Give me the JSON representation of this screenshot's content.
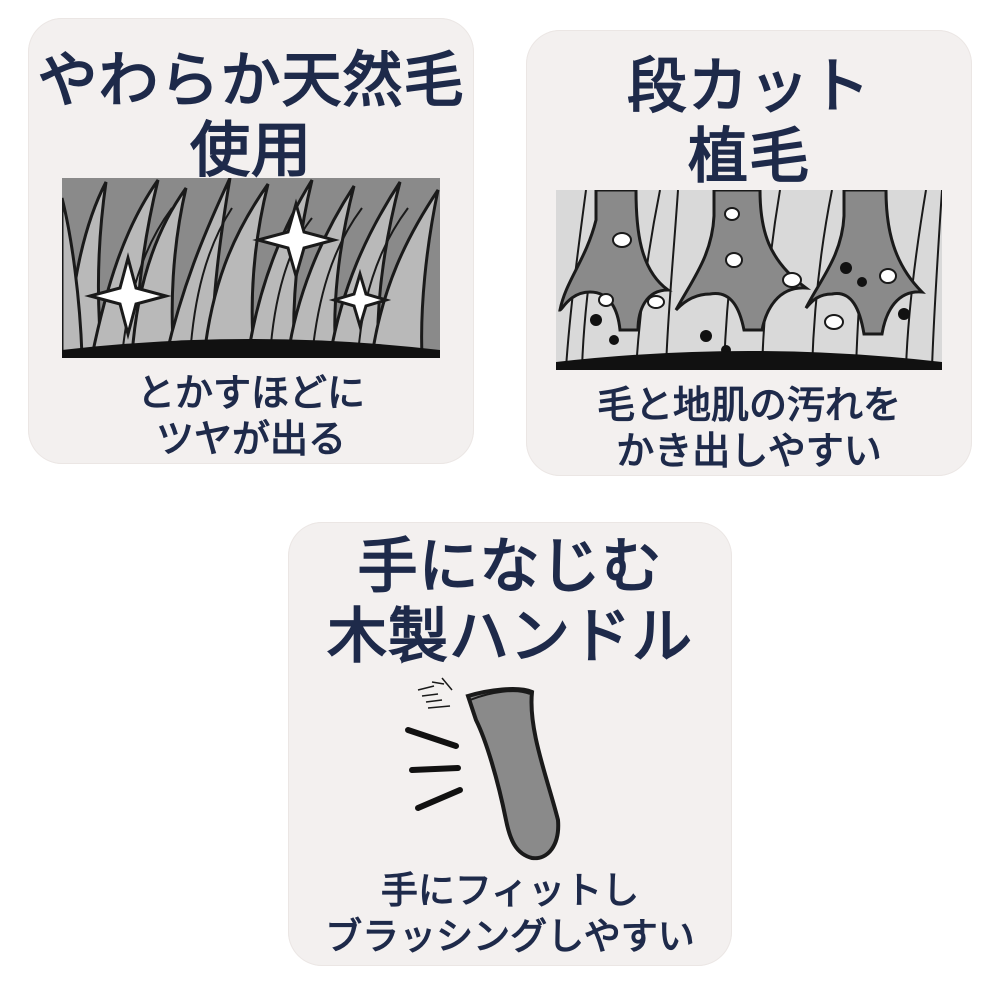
{
  "features": [
    {
      "title": [
        "やわらか天然毛",
        "使用"
      ],
      "caption": [
        "とかすほどに",
        "ツヤが出る"
      ]
    },
    {
      "title": [
        "段カット",
        "植毛"
      ],
      "caption": [
        "毛と地肌の汚れを",
        "かき出しやすい"
      ]
    },
    {
      "title": [
        "手になじむ",
        "木製ハンドル"
      ],
      "caption": [
        "手にフィットし",
        "ブラッシングしやすい"
      ]
    }
  ],
  "colors": {
    "panel": "#f3f0ef",
    "text": "#1e2a4a",
    "bristle": "#8a8a8a",
    "outline": "#1a1a1a"
  },
  "icons": [
    "sparkle-bristles-illustration",
    "stepped-bristles-illustration",
    "wooden-handle-illustration"
  ]
}
